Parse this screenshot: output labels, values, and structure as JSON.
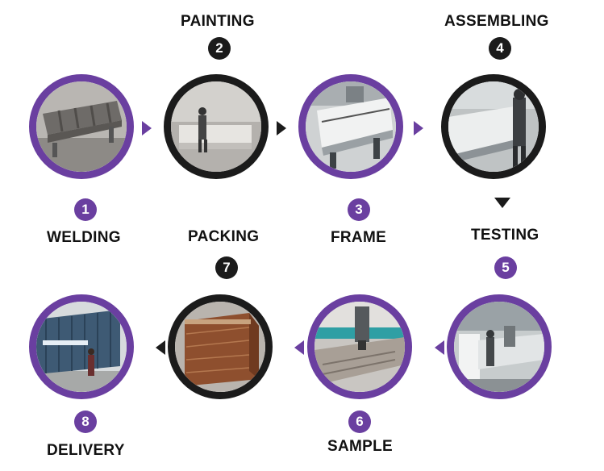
{
  "colors": {
    "purple": "#6a3fa0",
    "dark": "#1b1b1b",
    "text": "#111111"
  },
  "steps": [
    {
      "number": "1",
      "label": "WELDING",
      "ring_color": "purple",
      "photo": "steel-frame-icon"
    },
    {
      "number": "2",
      "label": "PAINTING",
      "ring_color": "dark",
      "photo": "workshop-icon"
    },
    {
      "number": "3",
      "label": "FRAME",
      "ring_color": "purple",
      "photo": "machine-frame-icon"
    },
    {
      "number": "4",
      "label": "ASSEMBLING",
      "ring_color": "dark",
      "photo": "assembly-icon"
    },
    {
      "number": "5",
      "label": "TESTING",
      "ring_color": "purple",
      "photo": "testing-icon"
    },
    {
      "number": "6",
      "label": "SAMPLE",
      "ring_color": "purple",
      "photo": "sample-icon"
    },
    {
      "number": "7",
      "label": "PACKING",
      "ring_color": "dark",
      "photo": "wooden-crate-icon"
    },
    {
      "number": "8",
      "label": "DELIVERY",
      "ring_color": "purple",
      "photo": "shipping-container-icon"
    }
  ]
}
